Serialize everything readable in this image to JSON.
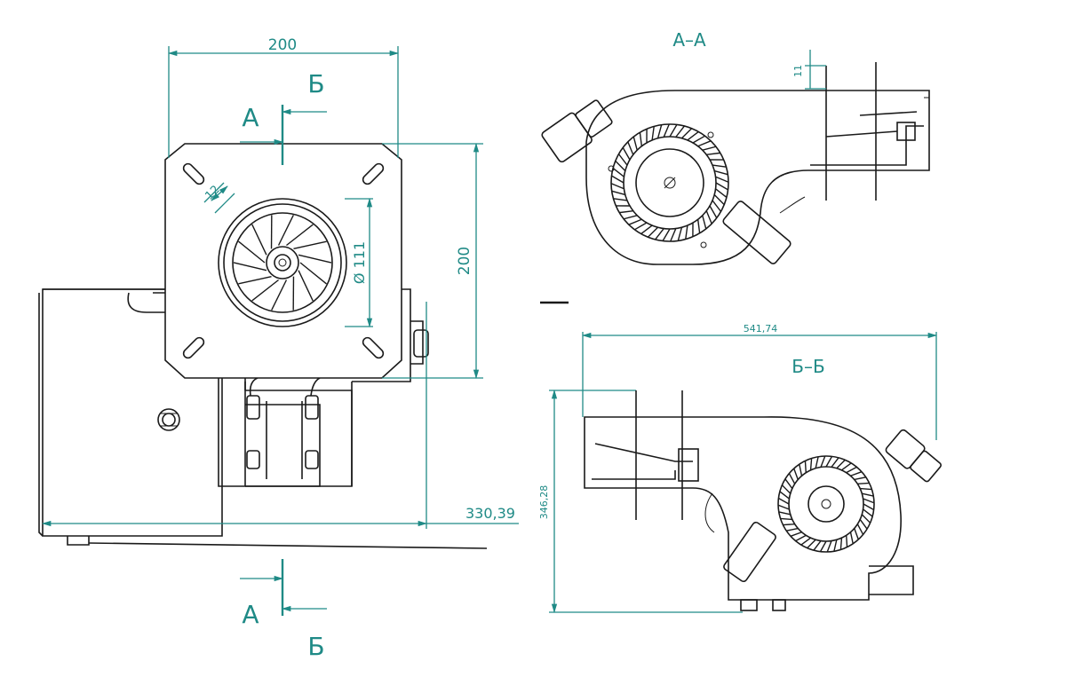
{
  "front_view": {
    "dim_width": "200",
    "dim_height": "200",
    "dim_diameter": "Ø 111",
    "dim_slot": "12",
    "dim_total_depth": "330,39",
    "section_a_top": "А",
    "section_b_top": "Б",
    "section_a_bottom": "А",
    "section_b_bottom": "Б"
  },
  "section_aa": {
    "title": "А–А",
    "dim_small": "11"
  },
  "section_bb": {
    "title": "Б–Б",
    "dim_length": "541,74",
    "dim_height": "346,28"
  },
  "colors": {
    "dimension": "#1f8a86",
    "outline": "#1a1a1a"
  }
}
